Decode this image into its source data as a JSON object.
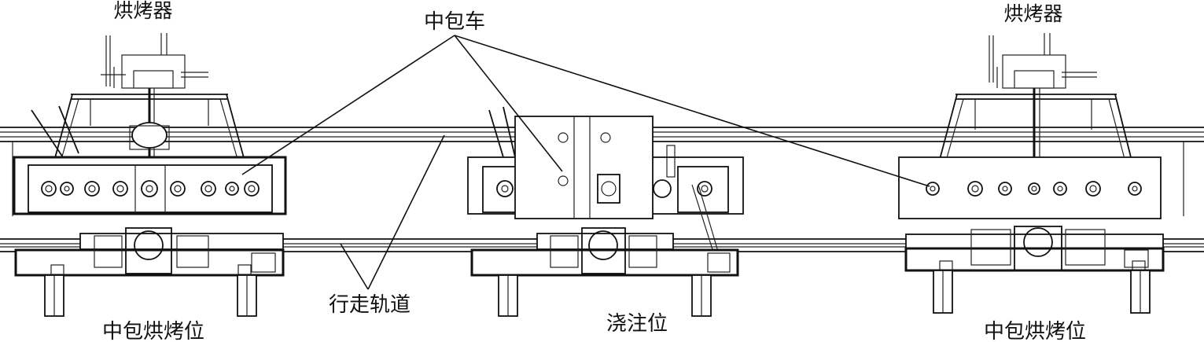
{
  "labels": {
    "heater_left": "烘烤器",
    "heater_right": "烘烤器",
    "tundish_car": "中包车",
    "track": "行走轨道",
    "bake_left": "中包烘烤位",
    "pour": "浇注位",
    "bake_right": "中包烘烤位"
  }
}
